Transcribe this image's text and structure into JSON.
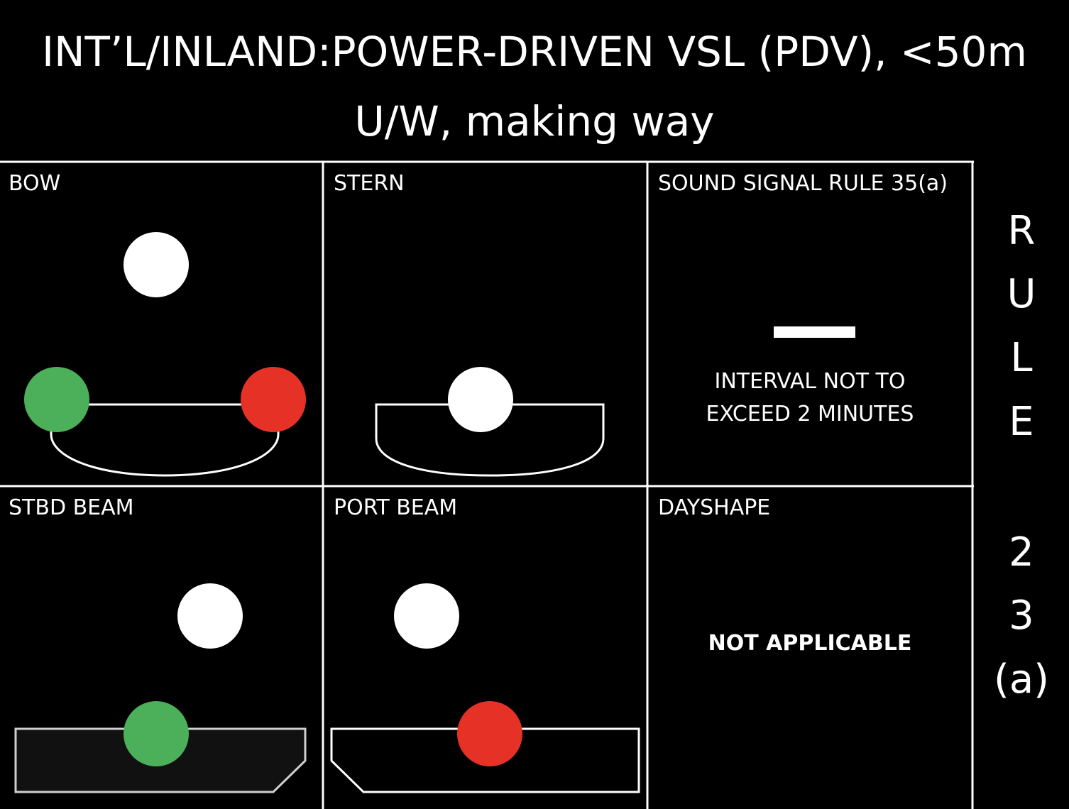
{
  "title": {
    "line1": "INT’L/INLAND:POWER-DRIVEN VSL (PDV), <50m",
    "line2": "U/W, making way"
  },
  "panels": {
    "bow": {
      "label": "BOW"
    },
    "stern": {
      "label": "STERN"
    },
    "sound_signal": {
      "label": "SOUND SIGNAL RULE 35(a)",
      "note_line1": "INTERVAL NOT TO",
      "note_line2": "EXCEED 2 MINUTES"
    },
    "stbd_beam": {
      "label": "STBD BEAM"
    },
    "port_beam": {
      "label": "PORT BEAM"
    },
    "dayshape": {
      "label": "DAYSHAPE",
      "note": "NOT APPLICABLE"
    }
  },
  "rule_column": {
    "chars": [
      "R",
      "U",
      "L",
      "E",
      "2",
      "3",
      "(a)"
    ]
  },
  "colors": {
    "background": "#000000",
    "white_light": "#ffffff",
    "green_light": "#4caf5a",
    "red_light": "#e63226",
    "hull_fill": "#111111"
  },
  "icons": {
    "masthead": "white-masthead-light-icon",
    "starboard": "green-sidelight-icon",
    "port": "red-sidelight-icon",
    "stern": "white-sternlight-icon",
    "prolonged_blast": "prolonged-blast-icon"
  }
}
